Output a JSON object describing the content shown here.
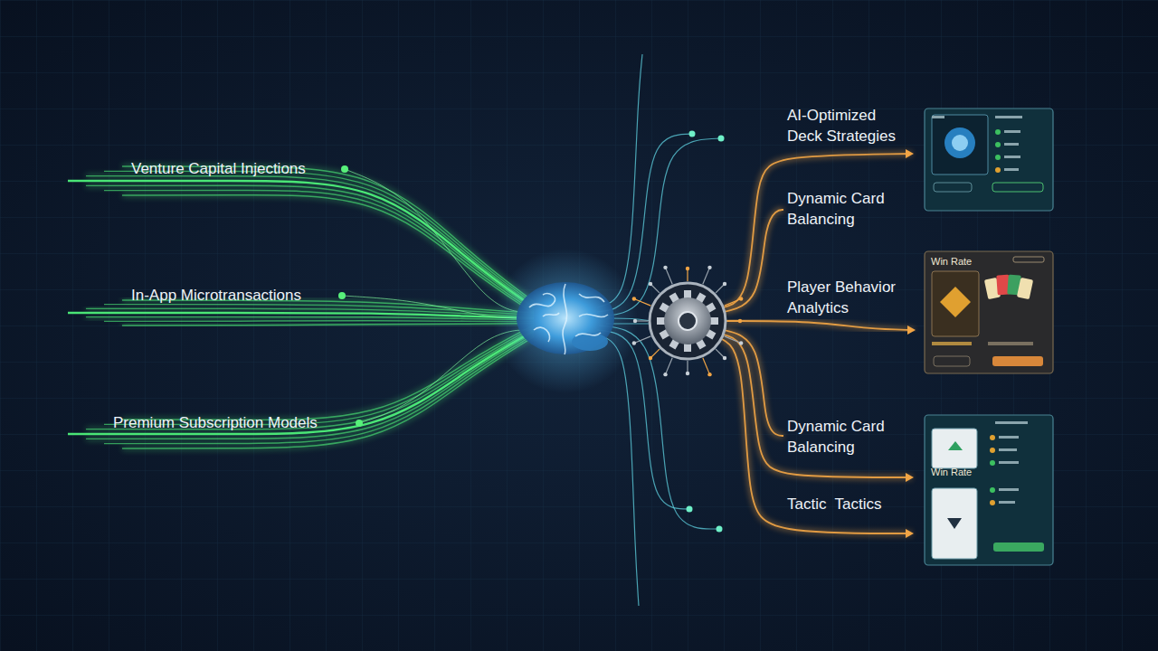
{
  "diagram": {
    "nodes": [
      {
        "text": [
          "Win Rate"
        ]
      },
      {
        "text": [
          "Win Rate"
        ]
      }
    ],
    "labels": [
      "Venture Capital Injections",
      "In-App Microtransactions",
      "Premium Subscription Models",
      "AI-Optimized Deck Strategies",
      "Dynamic Card Balancing",
      "Player Behavior Analytics",
      "Dynamic Card Balancing",
      "Tactic  Tactics"
    ]
  }
}
